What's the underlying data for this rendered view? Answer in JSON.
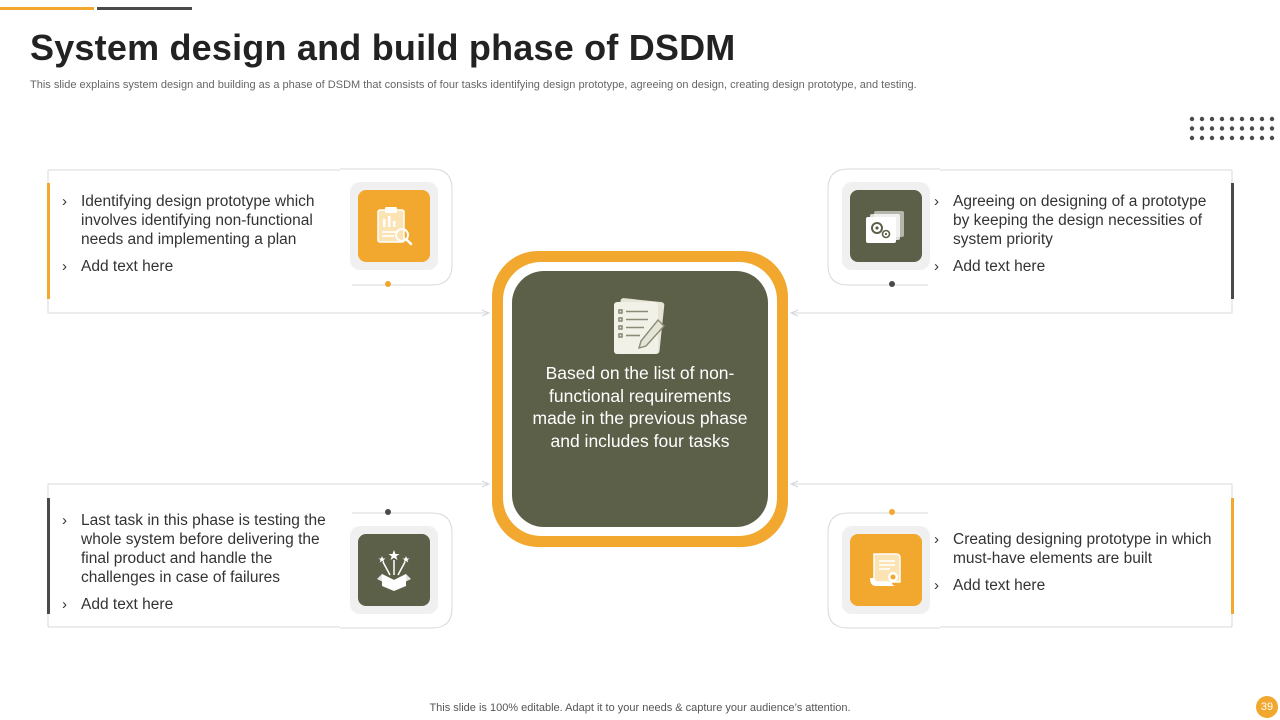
{
  "header": {
    "title": "System design and build phase of DSDM",
    "subtitle": "This slide explains system design and building as a phase of DSDM that consists of four tasks identifying design prototype, agreeing on design, creating design prototype, and testing."
  },
  "center": {
    "text": "Based on the list of non-functional requirements made in the previous phase and includes four tasks",
    "icon": "checklist-pencil-icon"
  },
  "tasks": [
    {
      "bullets": [
        "Identifying design prototype which involves identifying non-functional needs and implementing a plan",
        "Add text here"
      ],
      "icon": "clipboard-search-icon",
      "color": "#F2A72E"
    },
    {
      "bullets": [
        "Agreeing on designing of a prototype by keeping the design necessities of system priority",
        "Add text here"
      ],
      "icon": "gear-documents-icon",
      "color": "#5C6048"
    },
    {
      "bullets": [
        "Last task in this phase is testing the whole system before delivering the final product and handle the challenges in case of failures",
        "Add text here"
      ],
      "icon": "open-box-stars-icon",
      "color": "#5C6048"
    },
    {
      "bullets": [
        "Creating designing prototype in which must-have elements are built",
        "Add text here"
      ],
      "icon": "certificate-scroll-icon",
      "color": "#F2A72E"
    }
  ],
  "footer": {
    "note": "This slide is 100% editable. Adapt it to your needs & capture your audience’s attention.",
    "page_number": "39"
  },
  "colors": {
    "accent_orange": "#F2A72E",
    "dark_olive": "#5C6048",
    "dark_gray": "#4A4A4A"
  }
}
